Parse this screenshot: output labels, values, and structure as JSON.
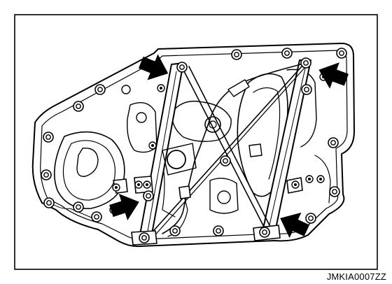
{
  "figure": {
    "reference_code": "JMKIA0007ZZ",
    "subject": "door-panel-window-regulator",
    "callouts": [
      {
        "id": "arrow-top-left",
        "icon": "arrow-icon"
      },
      {
        "id": "arrow-top-right",
        "icon": "arrow-icon"
      },
      {
        "id": "arrow-bottom-left",
        "icon": "arrow-icon"
      },
      {
        "id": "arrow-bottom-right",
        "icon": "arrow-icon"
      }
    ],
    "colors": {
      "line": "#000000",
      "background": "#ffffff",
      "arrow": "#000000"
    }
  }
}
